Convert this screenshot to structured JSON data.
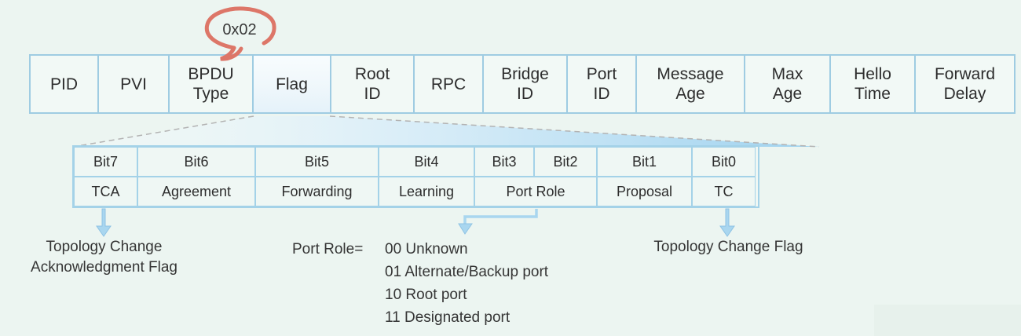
{
  "diagram_title": "BPDU frame format with Flag field bit breakdown",
  "bubble": {
    "label": "0x02"
  },
  "packet": {
    "fields": [
      "PID",
      "PVI",
      "BPDU\nType",
      "Flag",
      "Root\nID",
      "RPC",
      "Bridge\nID",
      "Port\nID",
      "Message\nAge",
      "Max\nAge",
      "Hello\nTime",
      "Forward\nDelay"
    ]
  },
  "flag_bits": {
    "bits": [
      "Bit7",
      "Bit6",
      "Bit5",
      "Bit4",
      "Bit3",
      "Bit2",
      "Bit1",
      "Bit0"
    ],
    "labels": [
      "TCA",
      "Agreement",
      "Forwarding",
      "Learning",
      "Port Role",
      "Proposal",
      "TC"
    ]
  },
  "annotations": {
    "tca": "Topology Change\nAcknowledgment Flag",
    "port_role_label": "Port Role=",
    "port_role_values": [
      "00 Unknown",
      "01 Alternate/Backup port",
      "10 Root port",
      "11 Designated port"
    ],
    "tc": "Topology Change Flag"
  },
  "colors": {
    "background": "#ecf5f1",
    "cell_fill": "#f2f9f6",
    "border_blue": "#9fcce2",
    "funnel_blue": "#9fd2ef",
    "arrow_blue": "#a9d6ef",
    "bubble_red": "#dd7668",
    "text": "#2d2d2d"
  }
}
